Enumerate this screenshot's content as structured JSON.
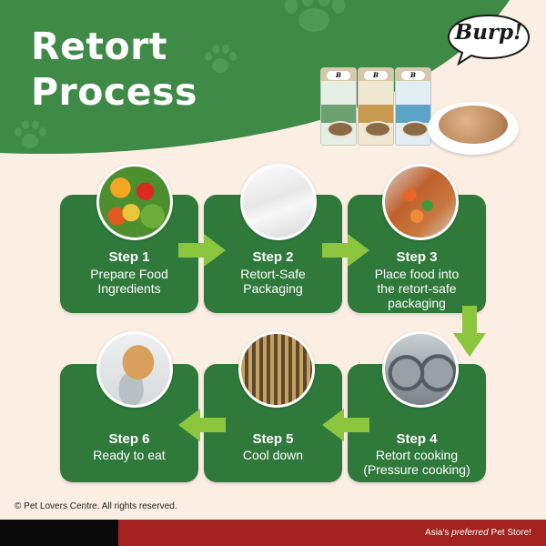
{
  "header": {
    "title_line1": "Retort",
    "title_line2": "Process",
    "brand": "Burp!"
  },
  "colors": {
    "header_green": "#3e8a46",
    "card_green": "#2f7a3b",
    "arrow_green": "#8cc63f",
    "background": "#fbeee3",
    "footer_red": "#a3211e",
    "footer_black": "#0a0a0a"
  },
  "steps": [
    {
      "label": "Step 1",
      "line1": "Prepare Food",
      "line2": "Ingredients",
      "line3": "",
      "image": "vegetables-photo"
    },
    {
      "label": "Step 2",
      "line1": "Retort-Safe",
      "line2": "Packaging",
      "line3": "",
      "image": "pouch-photo"
    },
    {
      "label": "Step 3",
      "line1": "Place food into",
      "line2": "the retort-safe",
      "line3": "packaging",
      "image": "sealed-food-photo"
    },
    {
      "label": "Step 4",
      "line1": "Retort cooking",
      "line2": "(Pressure cooking)",
      "line3": "",
      "image": "retort-machine-photo"
    },
    {
      "label": "Step 5",
      "line1": "Cool down",
      "line2": "",
      "line3": "",
      "image": "cooling-rack-photo"
    },
    {
      "label": "Step 6",
      "line1": "Ready to eat",
      "line2": "",
      "line3": "",
      "image": "dog-eating-photo"
    }
  ],
  "footer": {
    "copyright": "© Pet Lovers Centre. All rights reserved.",
    "tagline_prefix": "Asia's ",
    "tagline_emph": "preferred",
    "tagline_suffix": " Pet Store!"
  },
  "icons": [
    "paw-print-icon",
    "arrow-right-icon",
    "arrow-left-icon",
    "arrow-down-icon"
  ]
}
